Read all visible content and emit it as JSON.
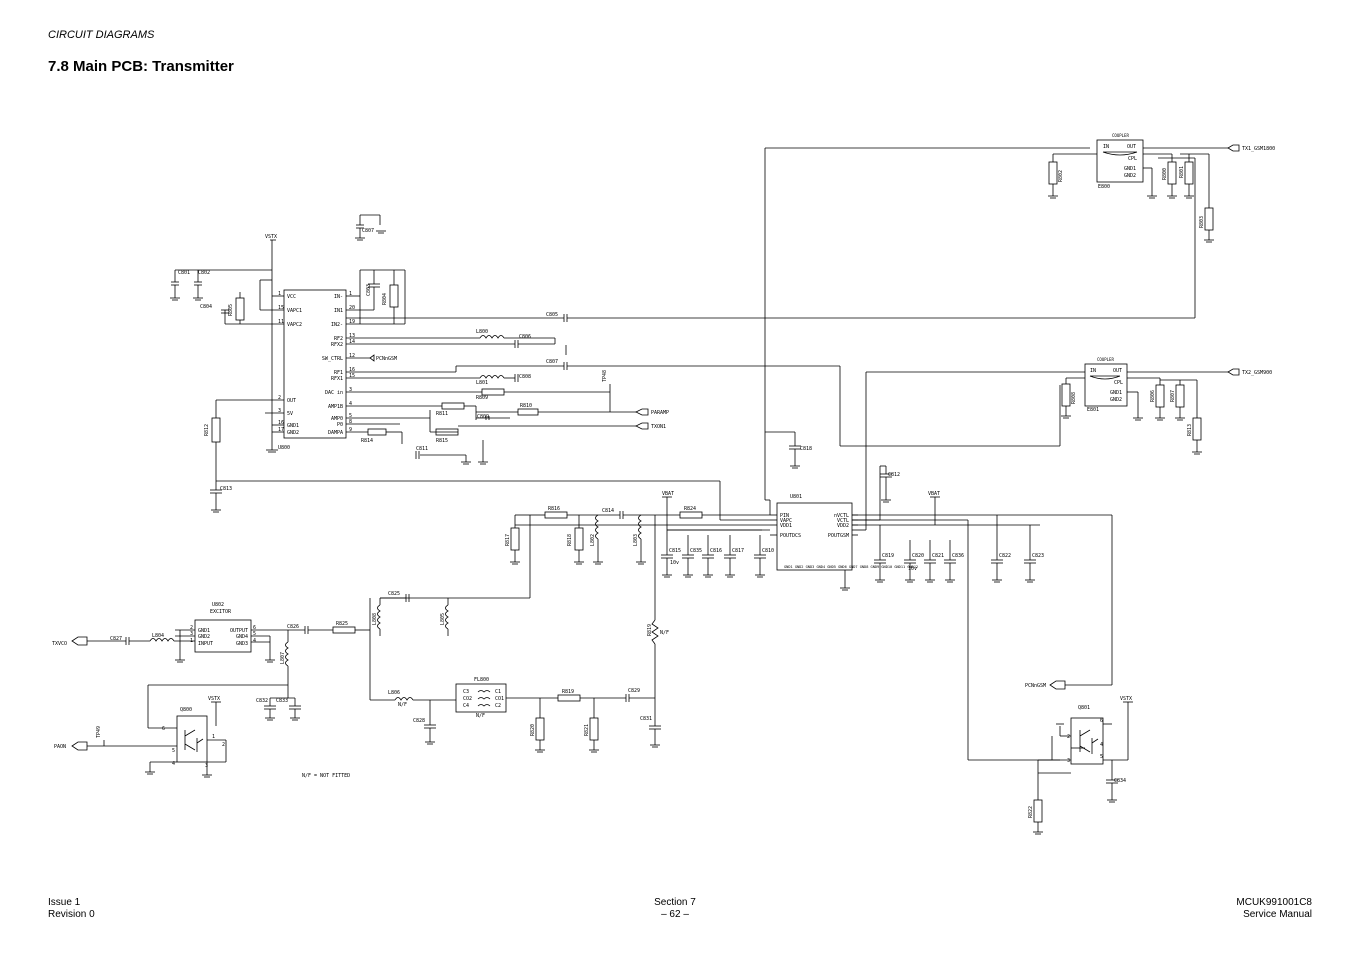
{
  "header": {
    "section": "CIRCUIT DIAGRAMS",
    "title": "7.8 Main PCB: Transmitter"
  },
  "footer": {
    "left": [
      "Issue 1",
      "Revision 0"
    ],
    "center": [
      "Section 7",
      "– 62 –"
    ],
    "right": [
      "MCUK991001C8",
      "Service Manual"
    ]
  },
  "schematic": {
    "ic_pa": {
      "ref": "U800",
      "left_pins": [
        {
          "label": "VCC",
          "num": "1"
        },
        {
          "label": "VAPC1",
          "num": "15"
        },
        {
          "label": "VAPC2",
          "num": "11"
        },
        {
          "label": "OUT",
          "num": "2"
        },
        {
          "label": "5V",
          "num": "3"
        },
        {
          "label": "GND1",
          "num": "16"
        },
        {
          "label": "GND2",
          "num": "17"
        }
      ],
      "right_pins": [
        {
          "label": "IN-",
          "num": "1"
        },
        {
          "label": "IN1",
          "num": "20"
        },
        {
          "label": "IN2-",
          "num": "19"
        },
        {
          "label": "RF2",
          "num": "13"
        },
        {
          "label": "RFX2",
          "num": "14"
        },
        {
          "label": "SW_CTRL",
          "num": "12"
        },
        {
          "label": "RF1",
          "num": "16"
        },
        {
          "label": "RFX1",
          "num": "15"
        },
        {
          "label": "DAC in",
          "num": "3"
        },
        {
          "label": "AMP1B",
          "num": "4"
        },
        {
          "label": "AMP0",
          "num": "5"
        },
        {
          "label": "P0",
          "num": "8"
        },
        {
          "label": "DAMPA",
          "num": "9"
        }
      ]
    },
    "ic_coupler": {
      "ref": "U801",
      "left_pins": [
        "PIN",
        "VAPC",
        "VDD1",
        "POUTDCS"
      ],
      "right_pins": [
        "nVCTL",
        "VCTL",
        "VDD2",
        "POUTGSM"
      ],
      "bottom": "GND1 GND2 GND3 GND4 GND5 GND6 GND7 GND8 GND9 GND10 GND11 GND12"
    },
    "exciter": {
      "ref": "U802",
      "name": "EXCITOR",
      "left_pins": [
        "GND1",
        "GND2",
        "INPUT"
      ],
      "right_pins": [
        "OUTPUT",
        "GND4",
        "GND3"
      ],
      "nums_left": [
        "2",
        "3",
        "1"
      ],
      "nums_right": [
        "6",
        "5",
        "4"
      ]
    },
    "filter": {
      "ref": "FL800",
      "left": [
        "C3",
        "CO2",
        "C4"
      ],
      "right": [
        "C1",
        "CO1",
        "C2"
      ],
      "note": "N/F"
    },
    "couplers": [
      {
        "ref": "E800",
        "name": "COUPLER",
        "in": "IN",
        "out": "OUT",
        "cpl": "CPL",
        "gnd": [
          "GND1",
          "GND2"
        ],
        "port": "TX1_GSM1800"
      },
      {
        "ref": "E801",
        "name": "COUPLER",
        "in": "IN",
        "out": "OUT",
        "cpl": "CPL",
        "gnd": [
          "GND1",
          "GND2"
        ],
        "port": "TX2_GSM900"
      }
    ],
    "transistors": [
      "Q800",
      "Q801"
    ],
    "ports": [
      "PCNnGSM",
      "PARAMP",
      "TXON1",
      "TXVCO",
      "PAON",
      "PCNnGSM"
    ],
    "rails": {
      "vstx": "VSTX",
      "vbat": "VBAT"
    },
    "test_points": [
      "TP48",
      "TP49"
    ],
    "cap_values": [
      "10v",
      "10v"
    ],
    "note": "N/F = NOT FITTED",
    "refs": {
      "c801": "C801",
      "c802": "C802",
      "c804": "C804",
      "r805": "R805",
      "c803": "C803",
      "r804": "R804",
      "c805": "C805",
      "c807": "C807",
      "l800": "L800",
      "c806": "C806",
      "c808": "C808",
      "l801": "L801",
      "r809": "R809",
      "r810": "R810",
      "r811": "R811",
      "c809": "C809",
      "r814": "R814",
      "r815": "R815",
      "c811": "C811",
      "r812": "R812",
      "c813": "C813",
      "c818": "C818",
      "c812": "C812",
      "r816": "R816",
      "c814": "C814",
      "r824": "R824",
      "r817": "R817",
      "r818": "R818",
      "l802": "L802",
      "l803": "L803",
      "c815": "C815",
      "c835": "C835",
      "c816": "C816",
      "c817": "C817",
      "c810": "C810",
      "c819": "C819",
      "c820": "C820",
      "c821": "C821",
      "c836": "C836",
      "c822": "C822",
      "c823": "C823",
      "c825": "C825",
      "l808": "L808",
      "l805": "L805",
      "c827": "C827",
      "l804": "L804",
      "c826": "C826",
      "r825": "R825",
      "l807": "L807",
      "c832": "C832",
      "c833": "C833",
      "l806": "L806",
      "r819": "R819",
      "c829": "C829",
      "c828": "C828",
      "r820": "R820",
      "r821": "R821",
      "c831": "C831",
      "r813": "R813",
      "r802": "R802",
      "r800": "R800",
      "r801": "R801",
      "r803": "R803",
      "r808": "R808",
      "r806": "R806",
      "r807": "R807",
      "r823": "R823",
      "c834": "C834",
      "r822": "R822"
    }
  },
  "colors": {
    "ink": "#000000",
    "paper": "#ffffff"
  }
}
